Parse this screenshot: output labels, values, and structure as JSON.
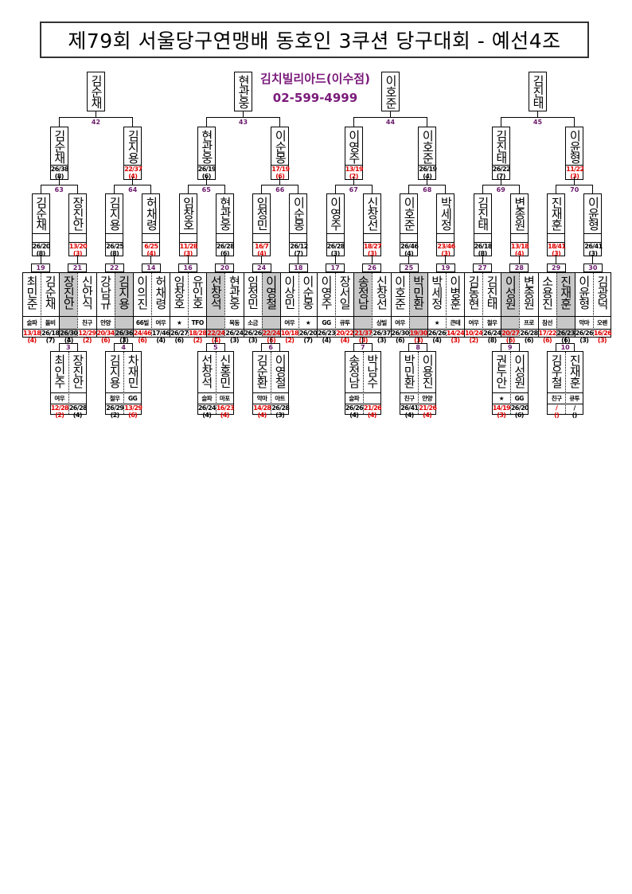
{
  "title": "제79회 서울당구연맹배 동호인 3쿠션 당구대회 - 예선4조",
  "venue": {
    "name": "김치빌리아드(이수점)",
    "phone": "02-599-4999"
  },
  "round3": [
    {
      "name": "김순채",
      "match": "42"
    },
    {
      "name": "현관웅",
      "match": "43"
    },
    {
      "name": "이호준",
      "match": "44"
    },
    {
      "name": "김진태",
      "match": "45"
    }
  ],
  "round2": [
    {
      "name": "김순채",
      "score": "26/38",
      "inning": "(8)",
      "lost": false,
      "match": "63"
    },
    {
      "name": "김지용",
      "score": "22/37",
      "inning": "(4)",
      "lost": true,
      "match": "64"
    },
    {
      "name": "현관웅",
      "score": "26/19",
      "inning": "(6)",
      "lost": false,
      "match": "65"
    },
    {
      "name": "이순몽",
      "score": "17/19",
      "inning": "(6)",
      "lost": true,
      "match": "66"
    },
    {
      "name": "이영주",
      "score": "13/19",
      "inning": "(2)",
      "lost": true,
      "match": "67"
    },
    {
      "name": "이호준",
      "score": "26/19",
      "inning": "(4)",
      "lost": false,
      "match": "68"
    },
    {
      "name": "김진태",
      "score": "26/22",
      "inning": "(7)",
      "lost": false,
      "match": "69"
    },
    {
      "name": "이윤형",
      "score": "11/22",
      "inning": "(3)",
      "lost": true,
      "match": "70"
    }
  ],
  "round1": [
    {
      "name": "김순채",
      "score": "26/20",
      "inning": "(8)",
      "lost": false,
      "match": "19"
    },
    {
      "name": "장진안",
      "score": "13/20",
      "inning": "(3)",
      "lost": true,
      "match": "21"
    },
    {
      "name": "김지용",
      "score": "26/25",
      "inning": "(8)",
      "lost": false,
      "match": "22"
    },
    {
      "name": "허채령",
      "score": "6/25",
      "inning": "(4)",
      "lost": true,
      "match": "14"
    },
    {
      "name": "임창호",
      "score": "11/28",
      "inning": "(3)",
      "lost": true,
      "match": "16"
    },
    {
      "name": "현관웅",
      "score": "26/28",
      "inning": "(6)",
      "lost": false,
      "match": "20"
    },
    {
      "name": "임정민",
      "score": "16/7",
      "inning": "(4)",
      "lost": true,
      "match": "24"
    },
    {
      "name": "이순몽",
      "score": "26/12",
      "inning": "(7)",
      "lost": false,
      "match": "18"
    },
    {
      "name": "이영주",
      "score": "26/28",
      "inning": "(3)",
      "lost": false,
      "match": "17"
    },
    {
      "name": "신창선",
      "score": "18/27",
      "inning": "(3)",
      "lost": true,
      "match": "26"
    },
    {
      "name": "이호준",
      "score": "26/46",
      "inning": "(4)",
      "lost": false,
      "match": "25"
    },
    {
      "name": "박세정",
      "score": "23/46",
      "inning": "(3)",
      "lost": true,
      "match": "19"
    },
    {
      "name": "김진태",
      "score": "26/18",
      "inning": "(8)",
      "lost": false,
      "match": "27"
    },
    {
      "name": "변종원",
      "score": "13/18",
      "inning": "(4)",
      "lost": true,
      "match": "28"
    },
    {
      "name": "진재훈",
      "score": "18/41",
      "inning": "(3)",
      "lost": true,
      "match": "29"
    },
    {
      "name": "이윤형",
      "score": "26/41",
      "inning": "(3)",
      "lost": false,
      "match": "30"
    }
  ],
  "players": [
    {
      "name": "최민준",
      "club": "슬파",
      "score": "13/18",
      "inning": "(4)",
      "lost": true,
      "qualifier": false
    },
    {
      "name": "김순채",
      "club": "돌비",
      "score": "26/18",
      "inning": "(7)",
      "lost": false,
      "qualifier": false
    },
    {
      "name": "장진안",
      "club": "",
      "score": "26/30",
      "inning": "(4)",
      "lost": false,
      "qualifier": true
    },
    {
      "name": "신안식",
      "club": "친구",
      "score": "12/29",
      "inning": "(2)",
      "lost": true,
      "qualifier": false
    },
    {
      "name": "강남규",
      "club": "안양",
      "score": "20/34",
      "inning": "(6)",
      "lost": true,
      "qualifier": false
    },
    {
      "name": "김지용",
      "club": "",
      "score": "26/36",
      "inning": "(3)",
      "lost": false,
      "qualifier": true
    },
    {
      "name": "이의진",
      "club": "66빌",
      "score": "24/46",
      "inning": "(6)",
      "lost": true,
      "qualifier": false
    },
    {
      "name": "허채령",
      "club": "여우",
      "score": "17/46",
      "inning": "(4)",
      "lost": false,
      "qualifier": false
    },
    {
      "name": "임창호",
      "club": "★",
      "score": "26/27",
      "inning": "(6)",
      "lost": false,
      "qualifier": false
    },
    {
      "name": "유인호",
      "club": "TFO",
      "score": "18/28",
      "inning": "(2)",
      "lost": true,
      "qualifier": false
    },
    {
      "name": "선창석",
      "club": "",
      "score": "22/24",
      "inning": "(4)",
      "lost": true,
      "qualifier": true
    },
    {
      "name": "현관웅",
      "club": "목동",
      "score": "26/24",
      "inning": "(3)",
      "lost": false,
      "qualifier": false
    },
    {
      "name": "임정민",
      "club": "소금",
      "score": "26/26",
      "inning": "(3)",
      "lost": false,
      "qualifier": false
    },
    {
      "name": "이영철",
      "club": "",
      "score": "22/24",
      "inning": "(6)",
      "lost": true,
      "qualifier": true
    },
    {
      "name": "이상민",
      "club": "여우",
      "score": "10/18",
      "inning": "(2)",
      "lost": true,
      "qualifier": false
    },
    {
      "name": "이순몽",
      "club": "★",
      "score": "26/20",
      "inning": "(7)",
      "lost": false,
      "qualifier": false
    },
    {
      "name": "이영주",
      "club": "GG",
      "score": "26/23",
      "inning": "(4)",
      "lost": false,
      "qualifier": false
    },
    {
      "name": "장서일",
      "club": "큐투",
      "score": "20/22",
      "inning": "(4)",
      "lost": true,
      "qualifier": false
    },
    {
      "name": "송정남",
      "club": "",
      "score": "21/37",
      "inning": "(3)",
      "lost": true,
      "qualifier": true
    },
    {
      "name": "신창선",
      "club": "상빌",
      "score": "26/37",
      "inning": "(3)",
      "lost": false,
      "qualifier": false
    },
    {
      "name": "이호준",
      "club": "여우",
      "score": "26/30",
      "inning": "(6)",
      "lost": false,
      "qualifier": false
    },
    {
      "name": "박민환",
      "club": "",
      "score": "19/30",
      "inning": "(3)",
      "lost": true,
      "qualifier": true
    },
    {
      "name": "박세정",
      "club": "★",
      "score": "26/26",
      "inning": "(4)",
      "lost": false,
      "qualifier": false
    },
    {
      "name": "이병훈",
      "club": "큰테",
      "score": "14/24",
      "inning": "(3)",
      "lost": true,
      "qualifier": false
    },
    {
      "name": "김동현",
      "club": "여우",
      "score": "10/24",
      "inning": "(2)",
      "lost": true,
      "qualifier": false
    },
    {
      "name": "김진태",
      "club": "철우",
      "score": "26/24",
      "inning": "(8)",
      "lost": false,
      "qualifier": false
    },
    {
      "name": "이성원",
      "club": "",
      "score": "20/27",
      "inning": "(6)",
      "lost": true,
      "qualifier": true
    },
    {
      "name": "변종원",
      "club": "프로",
      "score": "26/28",
      "inning": "(6)",
      "lost": false,
      "qualifier": false
    },
    {
      "name": "소용진",
      "club": "참선",
      "score": "17/22",
      "inning": "(6)",
      "lost": true,
      "qualifier": false
    },
    {
      "name": "진재훈",
      "club": "",
      "score": "26/23",
      "inning": "(6)",
      "lost": false,
      "qualifier": true
    },
    {
      "name": "이윤형",
      "club": "악마",
      "score": "26/26",
      "inning": "(3)",
      "lost": false,
      "qualifier": false
    },
    {
      "name": "김광덕",
      "club": "오렌",
      "score": "16/26",
      "inning": "(3)",
      "lost": true,
      "qualifier": false
    }
  ],
  "qualifiers": [
    {
      "match": "3",
      "players": [
        {
          "name": "최인주",
          "club": "여우",
          "score": "12/28",
          "inning": "(2)",
          "lost": true
        },
        {
          "name": "장진안",
          "club": "",
          "score": "26/28",
          "inning": "(4)",
          "lost": false
        }
      ]
    },
    {
      "match": "4",
      "players": [
        {
          "name": "김지용",
          "club": "철우",
          "score": "26/29",
          "inning": "(2)",
          "lost": false
        },
        {
          "name": "차재민",
          "club": "GG",
          "score": "13/29",
          "inning": "(6)",
          "lost": true
        }
      ]
    },
    {
      "match": "5",
      "players": [
        {
          "name": "선창석",
          "club": "슬파",
          "score": "26/24",
          "inning": "(4)",
          "lost": false
        },
        {
          "name": "신홍민",
          "club": "마포",
          "score": "16/23",
          "inning": "(4)",
          "lost": true
        }
      ]
    },
    {
      "match": "6",
      "players": [
        {
          "name": "김순환",
          "club": "악마",
          "score": "14/28",
          "inning": "(4)",
          "lost": true
        },
        {
          "name": "이영철",
          "club": "아트",
          "score": "26/28",
          "inning": "(3)",
          "lost": false
        }
      ]
    },
    {
      "match": "7",
      "players": [
        {
          "name": "송정남",
          "club": "슬파",
          "score": "26/26",
          "inning": "(4)",
          "lost": false
        },
        {
          "name": "박남수",
          "club": "",
          "score": "21/26",
          "inning": "(4)",
          "lost": true
        }
      ]
    },
    {
      "match": "8",
      "players": [
        {
          "name": "박민환",
          "club": "친구",
          "score": "26/41",
          "inning": "(4)",
          "lost": false
        },
        {
          "name": "이용진",
          "club": "안양",
          "score": "21/26",
          "inning": "(4)",
          "lost": true
        }
      ]
    },
    {
      "match": "9",
      "players": [
        {
          "name": "권두안",
          "club": "★",
          "score": "14/19",
          "inning": "(3)",
          "lost": true
        },
        {
          "name": "이성원",
          "club": "GG",
          "score": "26/20",
          "inning": "(6)",
          "lost": false
        }
      ]
    },
    {
      "match": "10",
      "players": [
        {
          "name": "김우철",
          "club": "친구",
          "score": "/",
          "inning": "()",
          "lost": true
        },
        {
          "name": "진재훈",
          "club": "큐투",
          "score": "/",
          "inning": "()",
          "lost": false
        }
      ]
    }
  ],
  "colors": {
    "lost": "#e00000",
    "match_number": "#6a1a6a",
    "qualifier_column": "#c8c8c8",
    "venue": "#7a1a7a"
  }
}
